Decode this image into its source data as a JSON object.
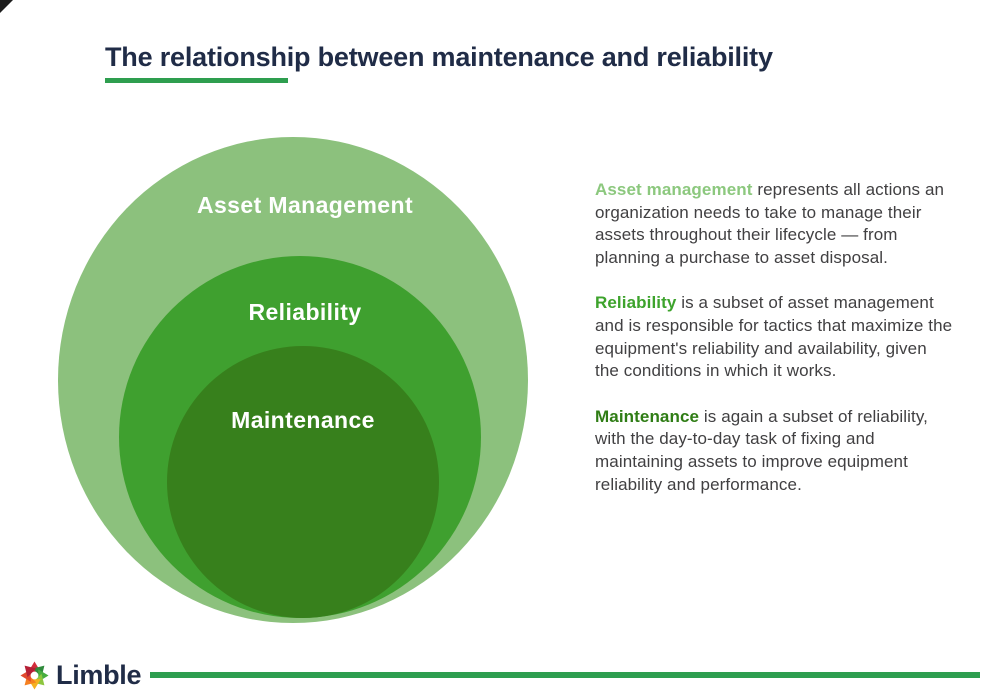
{
  "page": {
    "title": "The relationship between maintenance and reliability"
  },
  "diagram": {
    "circles": [
      {
        "id": "asset-management",
        "label": "Asset Management",
        "color": "#8CC17D"
      },
      {
        "id": "reliability",
        "label": "Reliability",
        "color": "#3FA02F"
      },
      {
        "id": "maintenance",
        "label": "Maintenance",
        "color": "#37801C"
      }
    ]
  },
  "description": {
    "paragraphs": [
      {
        "lead": "Asset management",
        "lead_color": "#8CC87E",
        "rest": " represents all actions an organization needs to take to manage their assets throughout their lifecycle — from planning a purchase to asset disposal."
      },
      {
        "lead": "Reliability",
        "lead_color": "#3DA32C",
        "rest": " is a subset of asset management and is responsible for tactics that maximize the equipment's reliability and availability, given the conditions in which it works."
      },
      {
        "lead": "Maintenance",
        "lead_color": "#2F7D15",
        "rest": " is again a subset of reliability, with the day-to-day task of fixing and maintaining assets to improve equipment reliability and performance."
      }
    ]
  },
  "footer": {
    "brand": "Limble",
    "logo_colors": [
      "#D22C3C",
      "#2F8A3B",
      "#47AD3F",
      "#8DC63F",
      "#F5B120",
      "#F58020",
      "#E04A2F",
      "#B51F35"
    ]
  },
  "theme": {
    "title_color": "#202C47",
    "accent_green": "#2E9E4F",
    "body_text_color": "#414042"
  }
}
